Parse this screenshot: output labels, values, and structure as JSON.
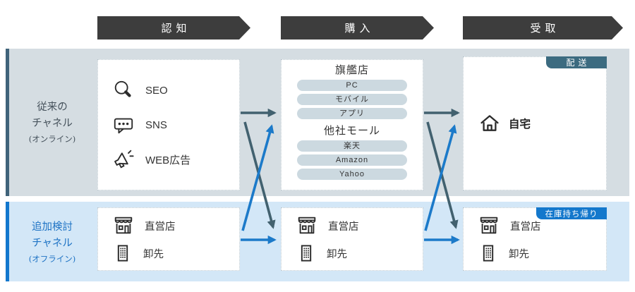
{
  "stages": [
    {
      "label": "認知"
    },
    {
      "label": "購入"
    },
    {
      "label": "受取"
    }
  ],
  "lanes": {
    "online": {
      "line1": "従来の",
      "line2": "チャネル",
      "subtitle": "(オンライン)"
    },
    "offline": {
      "line1": "追加検討",
      "line2": "チャネル",
      "subtitle": "(オフライン)"
    }
  },
  "cards": {
    "awareness_online": {
      "items": [
        {
          "icon": "search-icon",
          "label": "SEO"
        },
        {
          "icon": "chat-bubble-icon",
          "label": "SNS"
        },
        {
          "icon": "megaphone-icon",
          "label": "WEB広告"
        }
      ]
    },
    "purchase_online": {
      "groups": [
        {
          "heading": "旗艦店",
          "pills": [
            "PC",
            "モバイル",
            "アプリ"
          ]
        },
        {
          "heading": "他社モール",
          "pills": [
            "楽天",
            "Amazon",
            "Yahoo"
          ]
        }
      ]
    },
    "receive_online": {
      "badge": "配送",
      "items": [
        {
          "icon": "home-icon",
          "label": "自宅"
        }
      ]
    },
    "consider_offline": {
      "items": [
        {
          "icon": "storefront-icon",
          "label": "直営店"
        },
        {
          "icon": "building-icon",
          "label": "卸先"
        }
      ]
    },
    "purchase_offline": {
      "items": [
        {
          "icon": "storefront-icon",
          "label": "直営店"
        },
        {
          "icon": "building-icon",
          "label": "卸先"
        }
      ]
    },
    "receive_offline": {
      "badge": "在庫持ち帰り",
      "items": [
        {
          "icon": "storefront-icon",
          "label": "直営店"
        },
        {
          "icon": "building-icon",
          "label": "卸先"
        }
      ]
    }
  },
  "flows": [
    {
      "from": "awareness-online",
      "to": "purchase-online",
      "style": "dark"
    },
    {
      "from": "awareness-online",
      "to": "purchase-offline",
      "style": "dark"
    },
    {
      "from": "consider-offline",
      "to": "purchase-online",
      "style": "blue"
    },
    {
      "from": "consider-offline",
      "to": "purchase-offline",
      "style": "blue"
    },
    {
      "from": "purchase-online",
      "to": "receive-online",
      "style": "dark"
    },
    {
      "from": "purchase-online",
      "to": "receive-offline",
      "style": "dark"
    },
    {
      "from": "purchase-offline",
      "to": "receive-online",
      "style": "blue"
    },
    {
      "from": "purchase-offline",
      "to": "receive-offline",
      "style": "blue"
    }
  ],
  "colors": {
    "stage_bg": "#3d3d3d",
    "stage_text": "#ffffff",
    "lane_online_bg": "#d5dde2",
    "lane_online_stripe": "#40637a",
    "lane_online_text": "#46525c",
    "lane_offline_bg": "#d3e7f7",
    "lane_offline_stripe": "#1277cd",
    "lane_offline_text": "#1e73c4",
    "card_bg": "#ffffff",
    "pill_bg": "#ccd9e0",
    "badge_delivery_bg": "#3c6b80",
    "badge_pickup_bg": "#1478cc",
    "flow_dark": "#42616f",
    "flow_blue": "#1c7ac9",
    "text": "#333333",
    "icon_stroke": "#2b2b2b"
  }
}
